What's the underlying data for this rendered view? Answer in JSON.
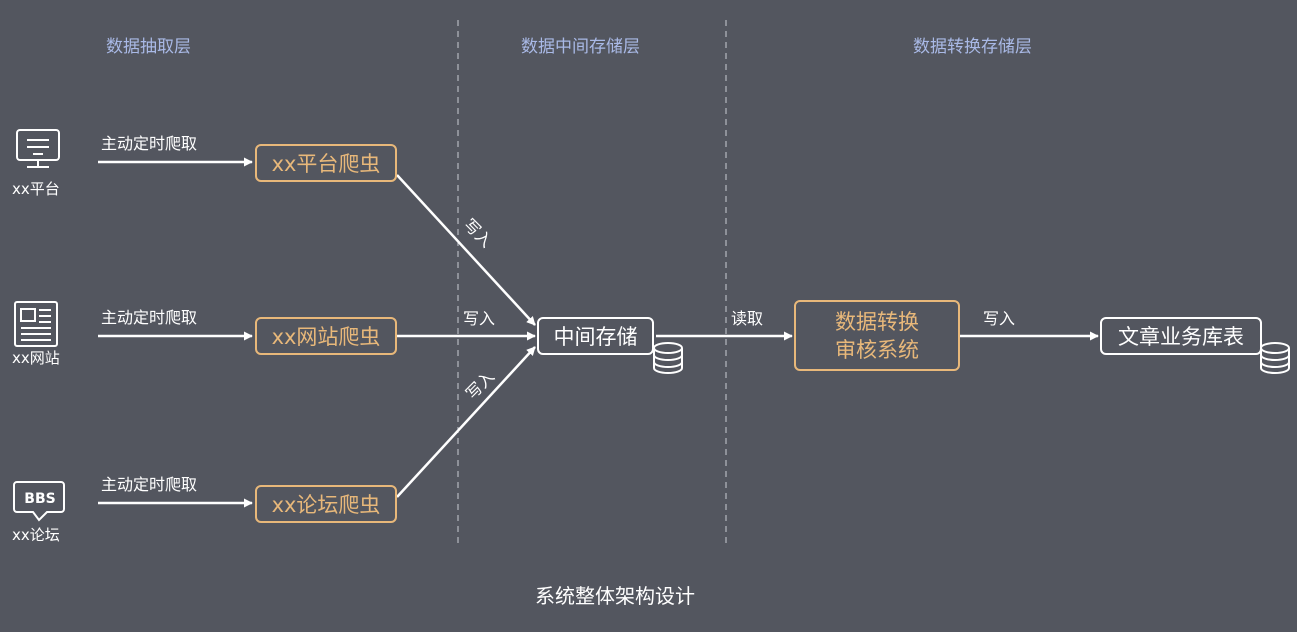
{
  "layers": {
    "extract": "数据抽取层",
    "intermediate": "数据中间存储层",
    "transform": "数据转换存储层"
  },
  "sources": [
    {
      "label": "xx平台",
      "icon": "monitor-icon"
    },
    {
      "label": "xx网站",
      "icon": "newspaper-icon"
    },
    {
      "label": "xx论坛",
      "icon": "bbs-icon",
      "icon_text": "BBS"
    }
  ],
  "crawl_label": "主动定时爬取",
  "crawlers": [
    "xx平台爬虫",
    "xx网站爬虫",
    "xx论坛爬虫"
  ],
  "write_label": "写入",
  "read_label": "读取",
  "intermediate_store": "中间存储",
  "convert_system": {
    "line1": "数据转换",
    "line2": "审核系统"
  },
  "article_table": "文章业务库表",
  "caption": "系统整体架构设计",
  "colors": {
    "background": "#53565f",
    "accent": "#e8b87a",
    "layer_title": "#a9b9e6",
    "line": "#ffffff"
  }
}
